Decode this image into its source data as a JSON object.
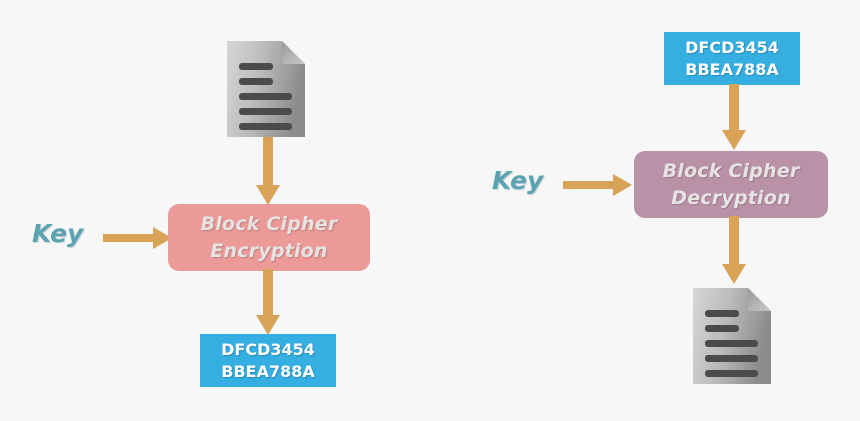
{
  "diagram": {
    "title": "Block cipher encryption and decryption",
    "background_color": "#f7f7f7",
    "colors": {
      "encryption_box": "#ec9a97",
      "decryption_box": "#b992a8",
      "cipher_box": "#35aee2",
      "arrow": "#d8a257",
      "key_text": "#5ba3b1",
      "document_body": "#bcbcbc",
      "document_lines": "#4b4b4b"
    }
  },
  "encryption": {
    "plaintext_icon": "document-icon",
    "process_line1": "Block Cipher",
    "process_line2": "Encryption",
    "key_label": "Key",
    "ciphertext_line1": "DFCD3454",
    "ciphertext_line2": "BBEA788A",
    "arrow_plaintext_to_process": "down-arrow-icon",
    "arrow_process_to_ciphertext": "down-arrow-icon",
    "arrow_key_to_process": "right-arrow-icon"
  },
  "decryption": {
    "ciphertext_line1": "DFCD3454",
    "ciphertext_line2": "BBEA788A",
    "process_line1": "Block Cipher",
    "process_line2": "Decryption",
    "key_label": "Key",
    "plaintext_icon": "document-icon",
    "arrow_ciphertext_to_process": "down-arrow-icon",
    "arrow_process_to_plaintext": "down-arrow-icon",
    "arrow_key_to_process": "right-arrow-icon"
  }
}
